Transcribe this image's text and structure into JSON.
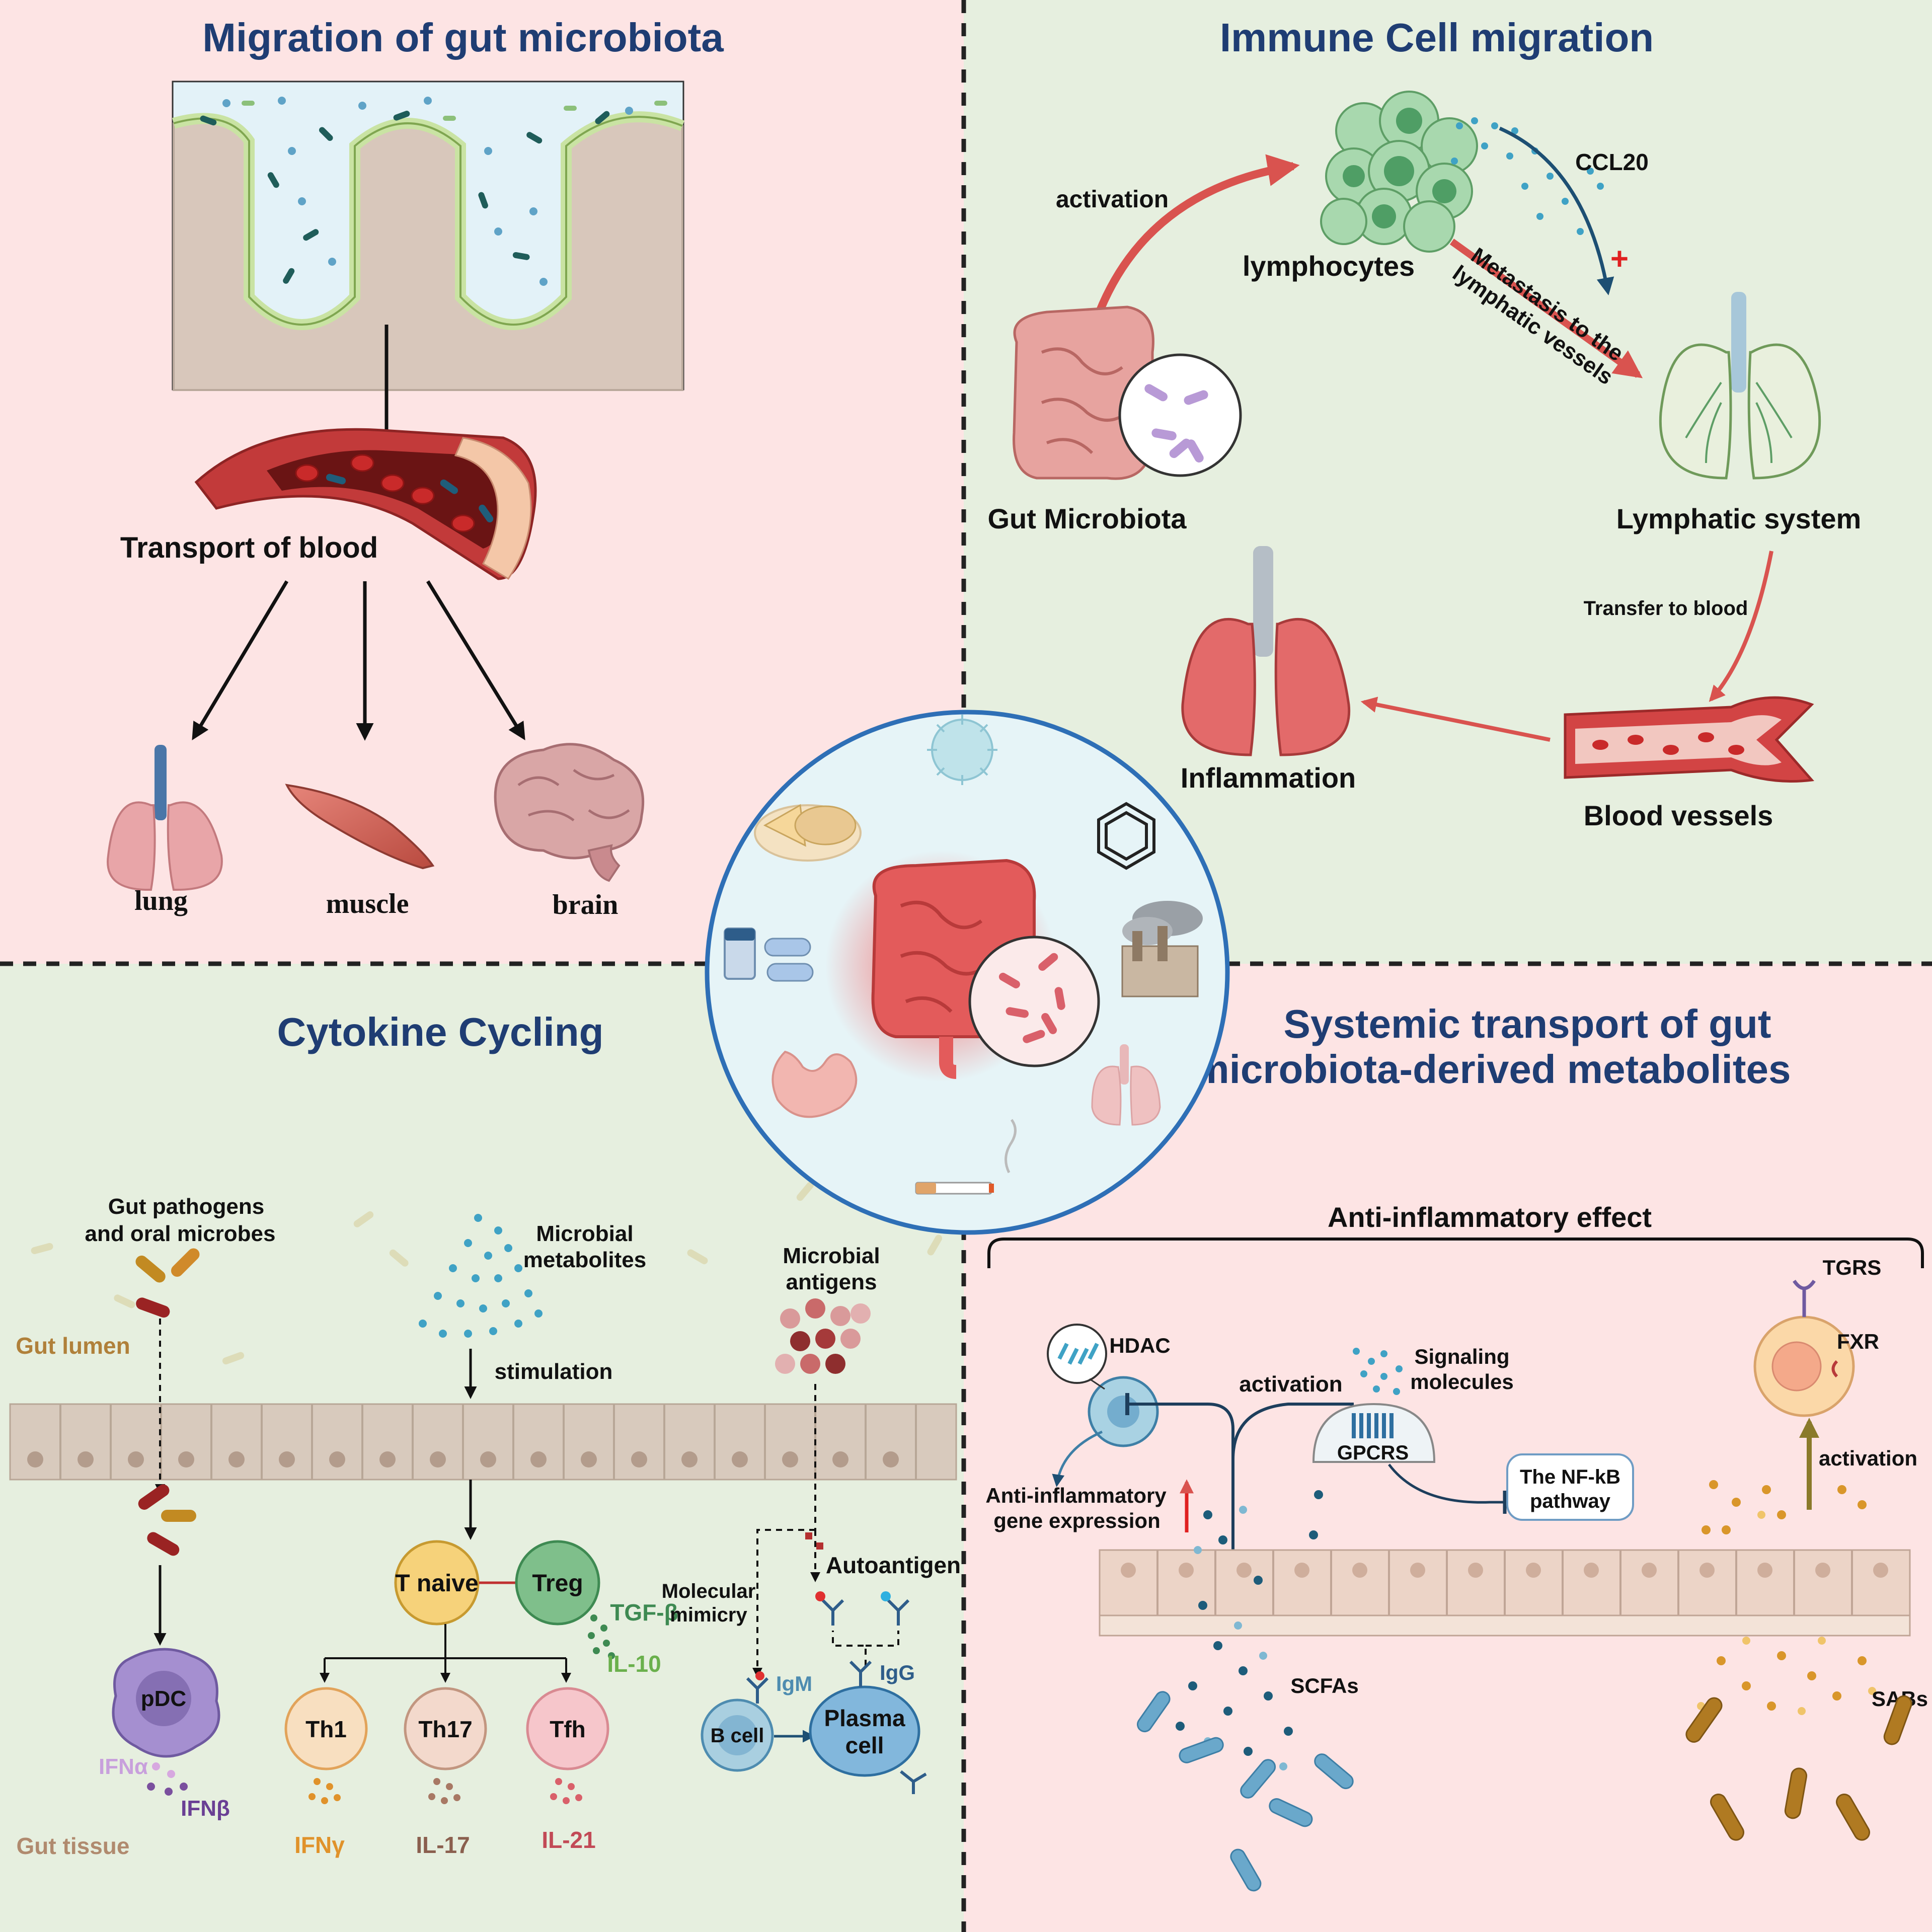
{
  "colors": {
    "pink_panel": "#fde4e4",
    "green_panel": "#e6efdf",
    "title_blue": "#1f3d73",
    "arrow_red": "#d9534f",
    "center_circle": "#e6f4f7",
    "circle_stroke": "#2e6fb6"
  },
  "q1": {
    "title": "Migration of gut microbiota",
    "transport": "Transport of blood",
    "organs": [
      "lung",
      "muscle",
      "brain"
    ]
  },
  "q2": {
    "title": "Immune Cell migration",
    "activation": "activation",
    "lymphocytes": "lymphocytes",
    "ccl20": "CCL20",
    "plus": "+",
    "metastasis_line1": "Metastasis to the",
    "metastasis_line2": "lymphatic vessels",
    "gut_microbiota": "Gut Microbiota",
    "lymphatic_system": "Lymphatic system",
    "transfer": "Transfer to blood",
    "inflammation": "Inflammation",
    "blood_vessels": "Blood vessels"
  },
  "q3": {
    "title": "Cytokine Cycling",
    "pathogens_line1": "Gut pathogens",
    "pathogens_line2": "and oral microbes",
    "metabolites_line1": "Microbial",
    "metabolites_line2": "metabolites",
    "antigens_line1": "Microbial",
    "antigens_line2": "antigens",
    "gut_lumen": "Gut lumen",
    "stimulation": "stimulation",
    "t_naive": "T naive",
    "treg": "Treg",
    "tgf": "TGF-β",
    "il10": "IL-10",
    "molecular_line1": "Molecular",
    "molecular_line2": "mimicry",
    "autoantigen": "Autoantigen",
    "igm": "IgM",
    "igg": "IgG",
    "b_cell": "B cell",
    "plasma_line1": "Plasma",
    "plasma_line2": "cell",
    "pdc": "pDC",
    "ifna": "IFNα",
    "ifnb": "IFNβ",
    "th1": "Th1",
    "th17": "Th17",
    "tfh": "Tfh",
    "ifng": "IFNγ",
    "il17": "IL-17",
    "il21": "IL-21",
    "gut_tissue": "Gut tissue"
  },
  "q4": {
    "title_line1": "Systemic transport of gut",
    "title_line2": "microbiota-derived metabolites",
    "anti_inflammatory": "Anti-inflammatory effect",
    "hdac": "HDAC",
    "activation": "activation",
    "signaling_line1": "Signaling",
    "signaling_line2": "molecules",
    "gpcrs": "GPCRS",
    "nfkb_line1": "The NF-kB",
    "nfkb_line2": "pathway",
    "gene_line1": "Anti-inflammatory",
    "gene_line2": "gene expression",
    "tgrs": "TGRS",
    "fxr": "FXR",
    "activation2": "activation",
    "scfas": "SCFAs",
    "sabs": "SABs"
  }
}
